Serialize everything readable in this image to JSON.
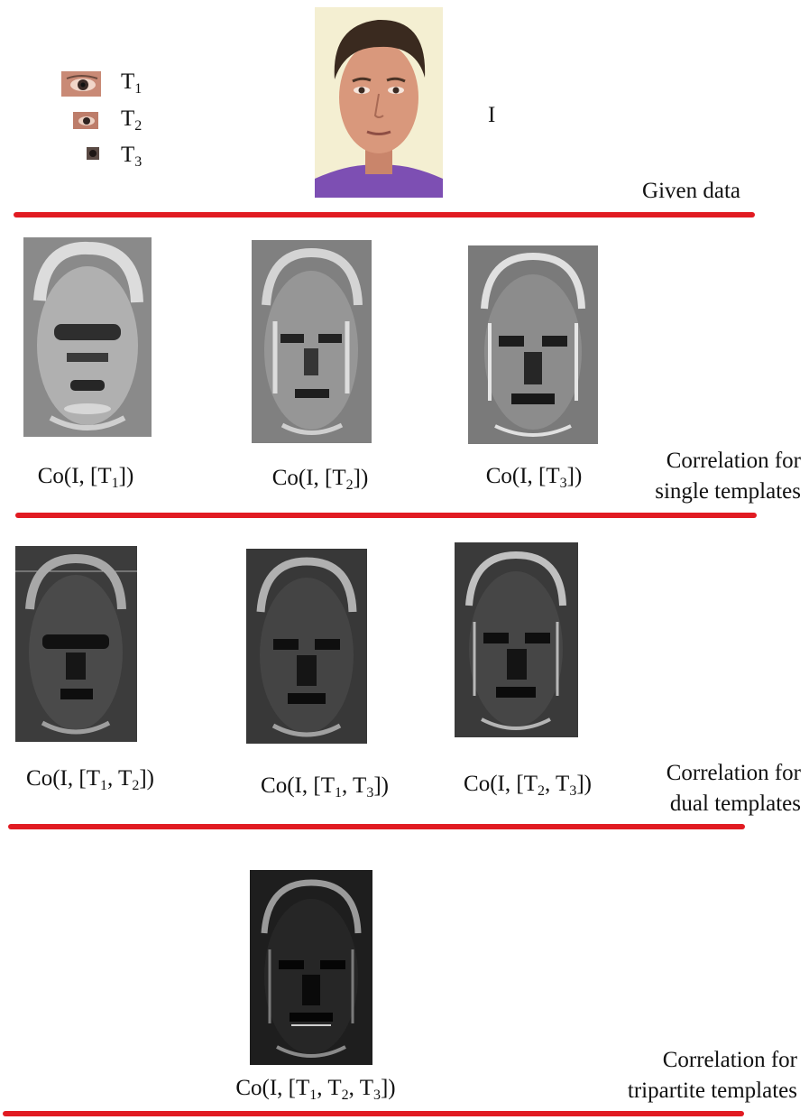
{
  "templates": [
    {
      "base": "T",
      "sub": "1"
    },
    {
      "base": "T",
      "sub": "2"
    },
    {
      "base": "T",
      "sub": "3"
    }
  ],
  "image_label": "I",
  "sections": [
    {
      "caption_lines": [
        "Given data"
      ],
      "rule_color": "#e11b22"
    },
    {
      "caption_lines": [
        "Correlation for",
        "single templates"
      ],
      "items": [
        {
          "prefix": "Co(I, [",
          "terms": [
            {
              "base": "T",
              "sub": "1"
            }
          ],
          "suffix": "])"
        },
        {
          "prefix": "Co(I, [",
          "terms": [
            {
              "base": "T",
              "sub": "2"
            }
          ],
          "suffix": "])"
        },
        {
          "prefix": "Co(I, [",
          "terms": [
            {
              "base": "T",
              "sub": "3"
            }
          ],
          "suffix": "])"
        }
      ]
    },
    {
      "caption_lines": [
        "Correlation for",
        "dual templates"
      ],
      "items": [
        {
          "prefix": "Co(I, [",
          "terms": [
            {
              "base": "T",
              "sub": "1"
            },
            {
              "base": "T",
              "sub": "2"
            }
          ],
          "suffix": "])"
        },
        {
          "prefix": "Co(I, [",
          "terms": [
            {
              "base": "T",
              "sub": "1"
            },
            {
              "base": "T",
              "sub": "3"
            }
          ],
          "suffix": "])"
        },
        {
          "prefix": "Co(I, [",
          "terms": [
            {
              "base": "T",
              "sub": "2"
            },
            {
              "base": "T",
              "sub": "3"
            }
          ],
          "suffix": "])"
        }
      ]
    },
    {
      "caption_lines": [
        "Correlation for",
        "tripartite templates"
      ],
      "items": [
        {
          "prefix": "Co(I, [",
          "terms": [
            {
              "base": "T",
              "sub": "1"
            },
            {
              "base": "T",
              "sub": "2"
            },
            {
              "base": "T",
              "sub": "3"
            }
          ],
          "suffix": "])"
        }
      ]
    }
  ]
}
